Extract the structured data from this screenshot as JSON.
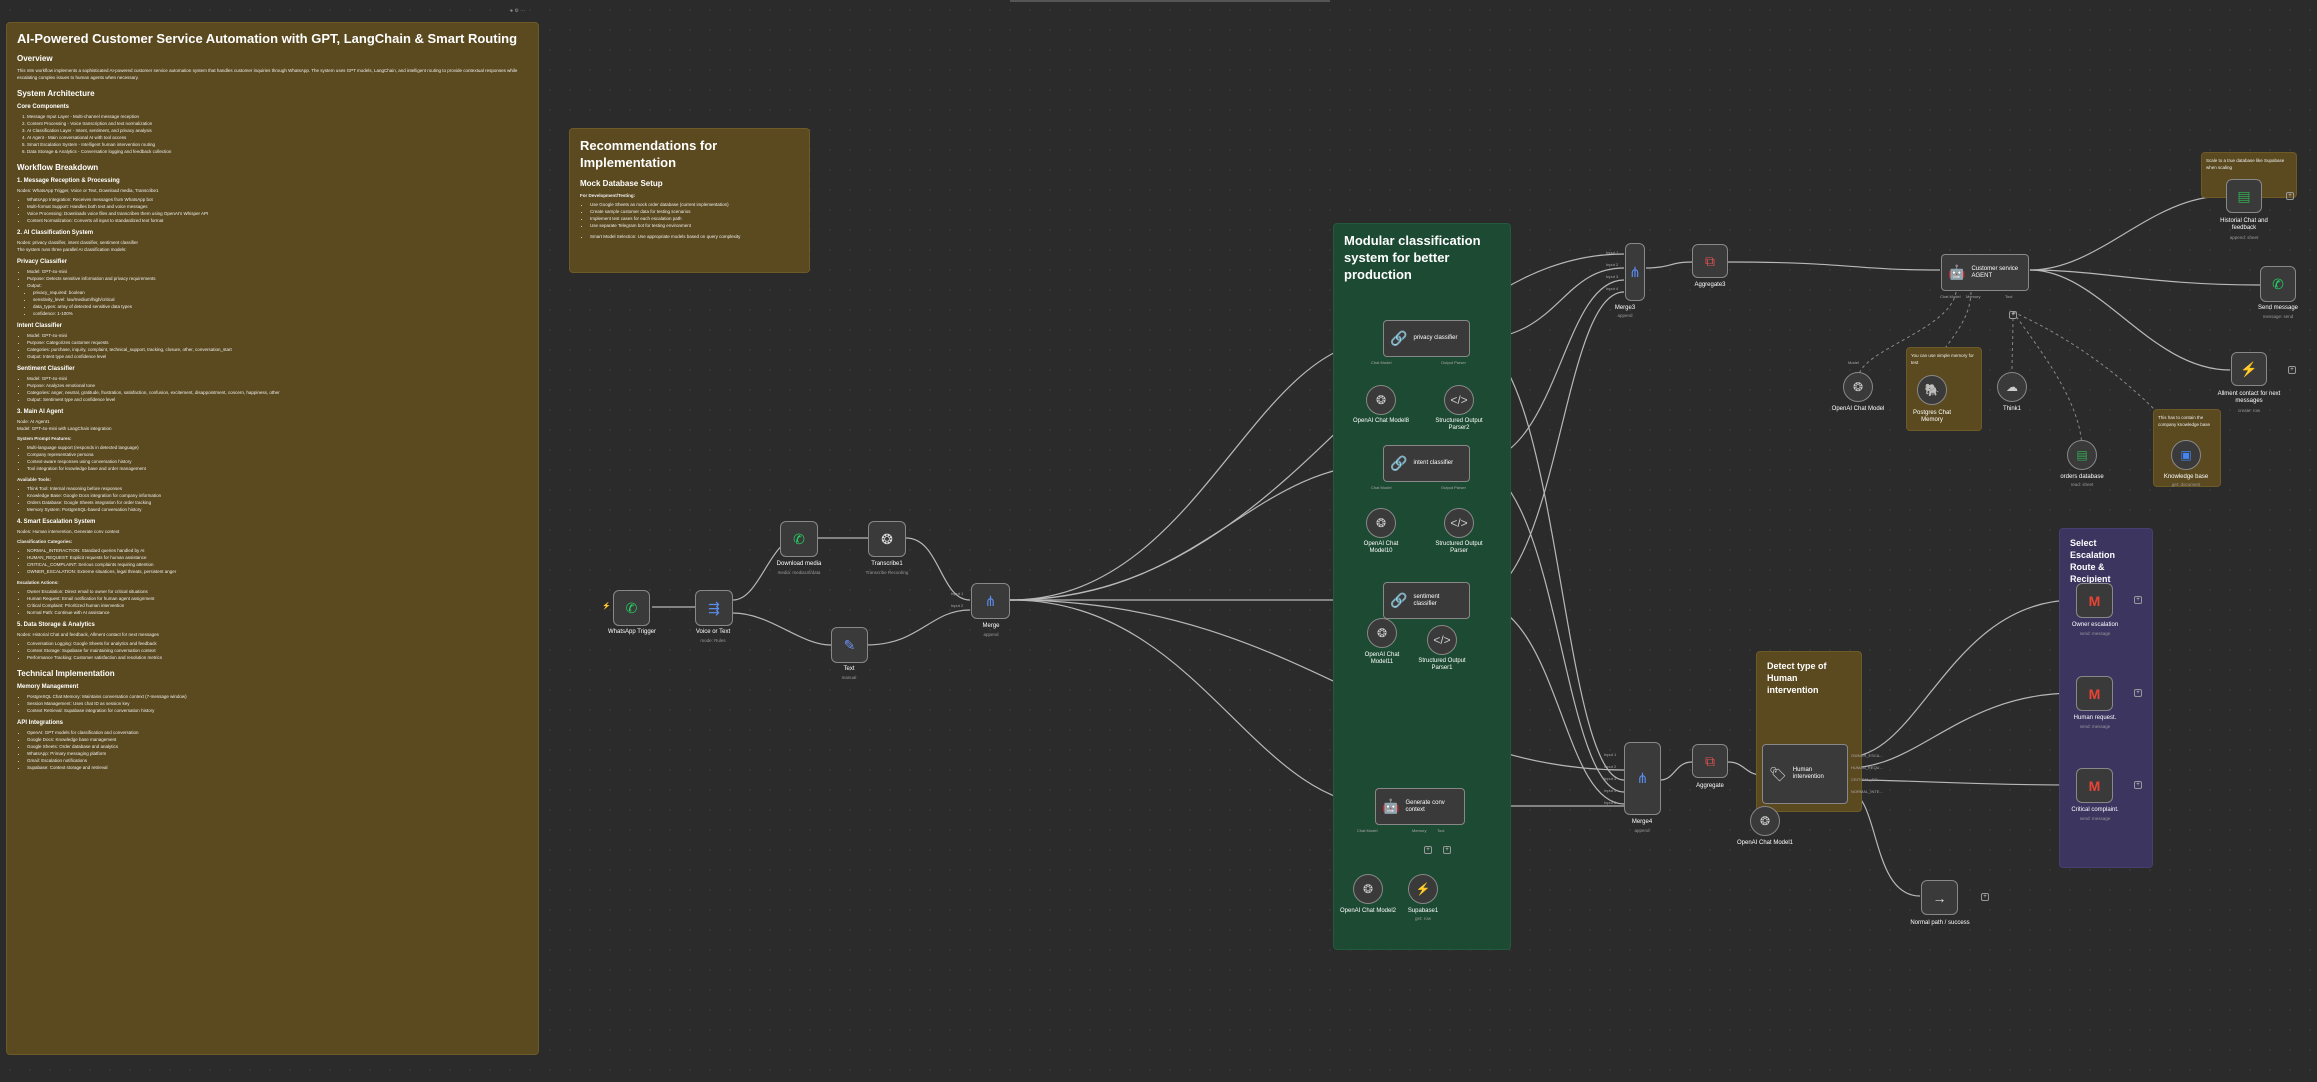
{
  "main_note": {
    "title": "AI-Powered Customer Service Automation with GPT, LangChain & Smart Routing",
    "overview_h": "Overview",
    "overview_p": "This n8n workflow implements a sophisticated AI-powered customer service automation system that handles customer inquiries through WhatsApp. The system uses GPT models, LangChain, and intelligent routing to provide contextual responses while escalating complex issues to human agents when necessary.",
    "arch_h": "System Architecture",
    "core_h": "Core Components",
    "core_items": [
      "Message Input Layer - Multi-channel message reception",
      "Content Processing - Voice transcription and text normalization",
      "AI Classification Layer - Intent, sentiment, and privacy analysis",
      "AI Agent - Main conversational AI with tool access",
      "Smart Escalation System - Intelligent human intervention routing",
      "Data Storage & Analytics - Conversation logging and feedback collection"
    ],
    "breakdown_h": "Workflow Breakdown",
    "s1_h": "1. Message Reception & Processing",
    "s1_nodes": "Nodes: WhatsApp Trigger, Voice or Text, Download media, Transcribe1",
    "s1_items": [
      "WhatsApp Integration: Receives messages from WhatsApp bot",
      "Multi-format Support: Handles both text and voice messages",
      "Voice Processing: Downloads voice files and transcribes them using OpenAI's Whisper API",
      "Content Normalization: Converts all input to standardized text format"
    ],
    "s2_h": "2. AI Classification System",
    "s2_nodes": "Nodes: privacy classifier, intent classifier, sentiment classifier",
    "s2_p": "The system runs three parallel AI classification models:",
    "privacy_h": "Privacy Classifier",
    "privacy_items": [
      "Model: GPT-4o-mini",
      "Purpose: Detects sensitive information and privacy requirements",
      "Output:",
      "privacy_required: boolean",
      "sensitivity_level: low/medium/high/critical",
      "data_types: array of detected sensitive data types",
      "confidence: 1-100%"
    ],
    "intent_h": "Intent Classifier",
    "intent_items": [
      "Model: GPT-4o-mini",
      "Purpose: Categorizes customer requests",
      "Categories: purchase, inquiry, complaint, technical_support, tracking, closure, other, conversation_start",
      "Output: Intent type and confidence level"
    ],
    "sentiment_h": "Sentiment Classifier",
    "sentiment_items": [
      "Model: GPT-4o-mini",
      "Purpose: Analyzes emotional tone",
      "Categories: anger, neutral, gratitude, frustration, satisfaction, confusion, excitement, disappointment, concern, happiness, other",
      "Output: Sentiment type and confidence level"
    ],
    "s3_h": "3. Main AI Agent",
    "s3_nodes": "Node: AI Agent1",
    "s3_model": "Model: GPT-4o-mini with LangChain integration",
    "prompt_h": "System Prompt Features:",
    "prompt_items": [
      "Multi-language support (responds in detected language)",
      "Company representative persona",
      "Context-aware responses using conversation history",
      "Tool integration for knowledge base and order management"
    ],
    "tools_h": "Available Tools:",
    "tools_items": [
      "Think Tool: Internal reasoning before responses",
      "Knowledge Base: Google Docs integration for company information",
      "Orders Database: Google Sheets integration for order tracking",
      "Memory System: PostgreSQL-based conversation history"
    ],
    "s4_h": "4. Smart Escalation System",
    "s4_nodes": "Nodes: Human intervention, Generate conv context",
    "class_h": "Classification Categories:",
    "class_items": [
      "NORMAL_INTERACTION: Standard queries handled by AI",
      "HUMAN_REQUEST: Explicit requests for human assistance",
      "CRITICAL_COMPLAINT: Serious complaints requiring attention",
      "OWNER_ESCALATION: Extreme situations, legal threats, persistent anger"
    ],
    "esc_h": "Escalation Actions:",
    "esc_items": [
      "Owner Escalation: Direct email to owner for critical situations",
      "Human Request: Email notification for human agent assignment",
      "Critical Complaint: Prioritized human intervention",
      "Normal Path: Continue with AI assistance"
    ],
    "s5_h": "5. Data Storage & Analytics",
    "s5_nodes": "Nodes: Historial Chat and feedback, Allment contact for next messages",
    "s5_items": [
      "Conversation Logging: Google Sheets for analytics and feedback",
      "Context Storage: Supabase for maintaining conversation context",
      "Performance Tracking: Customer satisfaction and resolution metrics"
    ],
    "tech_h": "Technical Implementation",
    "mem_h": "Memory Management",
    "mem_items": [
      "PostgreSQL Chat Memory: Maintains conversation context (7-message window)",
      "Session Management: Uses chat ID as session key",
      "Context Retrieval: Supabase integration for conversation history"
    ],
    "api_h": "API Integrations",
    "api_items": [
      "OpenAI: GPT models for classification and conversation",
      "Google Docs: Knowledge base management",
      "Google Sheets: Order database and analytics",
      "WhatsApp: Primary messaging platform",
      "Gmail: Escalation notifications",
      "Supabase: Context storage and retrieval"
    ]
  },
  "rec_note": {
    "title": "Recommendations for Implementation",
    "sub": "Mock Database Setup",
    "dev_h": "For Development/Testing:",
    "items": [
      "Use Google Sheets as mock order database (current implementation)",
      "Create sample customer data for testing scenarios",
      "Implement test cases for each escalation path",
      "Use separate Telegram bot for testing environment"
    ],
    "smart": "Smart Model Selection: Use appropriate models based on query complexity"
  },
  "green_note": {
    "title": "Modular classification system for better production"
  },
  "orange_note": {
    "title": "Detect type of Human intervention"
  },
  "purple_note": {
    "title": "Select Escalation Route & Recipient"
  },
  "memory_note": {
    "text": "You can use simple memory for test"
  },
  "supabase_note": {
    "text": "Scale to a true database like Supabase when scaling"
  },
  "kb_note": {
    "text": "This has to contain the company knowledge base"
  },
  "nodes": {
    "whatsapp_trigger": {
      "label": "WhatsApp Trigger"
    },
    "voice_or_text": {
      "label": "Voice or Text",
      "sub": "mode: Rules"
    },
    "download_media": {
      "label": "Download media",
      "sub": "media: mediaUrl/data"
    },
    "transcribe": {
      "label": "Transcribe1",
      "sub": "Transcribe Recording"
    },
    "text": {
      "label": "Text",
      "sub": "manual"
    },
    "merge": {
      "label": "Merge",
      "sub": "append"
    },
    "privacy": {
      "label": "privacy classifier"
    },
    "intent": {
      "label": "intent classifier"
    },
    "sentiment": {
      "label": "sentiment classifier"
    },
    "generate": {
      "label": "Generate conv context"
    },
    "openai8": {
      "label": "OpenAI Chat Model8"
    },
    "parser2": {
      "label": "Structured Output Parser2"
    },
    "openai10": {
      "label": "OpenAI Chat Model10"
    },
    "parser": {
      "label": "Structured Output Parser"
    },
    "openai11": {
      "label": "OpenAI Chat Model11"
    },
    "parser1": {
      "label": "Structured Output Parser1"
    },
    "openai2": {
      "label": "OpenAI Chat Model2"
    },
    "supabase": {
      "label": "Supabase1",
      "sub": "get: row"
    },
    "merge3": {
      "label": "Merge3",
      "sub": "append"
    },
    "aggregate3": {
      "label": "Aggregate3"
    },
    "agent": {
      "label": "Customer service AGENT"
    },
    "openai_model": {
      "label": "OpenAI Chat Model"
    },
    "postgres": {
      "label": "Postgres Chat Memory"
    },
    "think": {
      "label": "Think1"
    },
    "orders": {
      "label": "orders database",
      "sub": "read: sheet"
    },
    "kb": {
      "label": "Knowledge base",
      "sub": "get: document"
    },
    "historial": {
      "label": "Historial Chat and feedback",
      "sub": "append: sheet"
    },
    "send": {
      "label": "Send message",
      "sub": "message: send"
    },
    "allment": {
      "label": "Allment contact for next messages",
      "sub": "create: row"
    },
    "merge4": {
      "label": "Merge4",
      "sub": "append"
    },
    "aggregate": {
      "label": "Aggregate"
    },
    "human": {
      "label": "Human intervention"
    },
    "openai1": {
      "label": "OpenAI Chat Model1"
    },
    "owner": {
      "label": "Owner escalation",
      "sub": "send: message"
    },
    "human_req": {
      "label": "Human request.",
      "sub": "send: message"
    },
    "critical": {
      "label": "Critical complaint.",
      "sub": "send: message"
    },
    "normal": {
      "label": "Normal path / success"
    }
  },
  "ports": {
    "input1": "Input 1",
    "input2": "Input 2",
    "input3": "Input 3",
    "input4": "Input 4",
    "input5": "Input 5",
    "chat_model": "Chat Model",
    "output_parser": "Output Parser",
    "model": "Model",
    "memory": "Memory",
    "tool": "Tool",
    "owner_esc": "OWNER_ESCA...",
    "human_req": "HUMAN_REQU...",
    "critical": "CRITICAL_CO...",
    "normal": "NORMAL_INTE..."
  }
}
